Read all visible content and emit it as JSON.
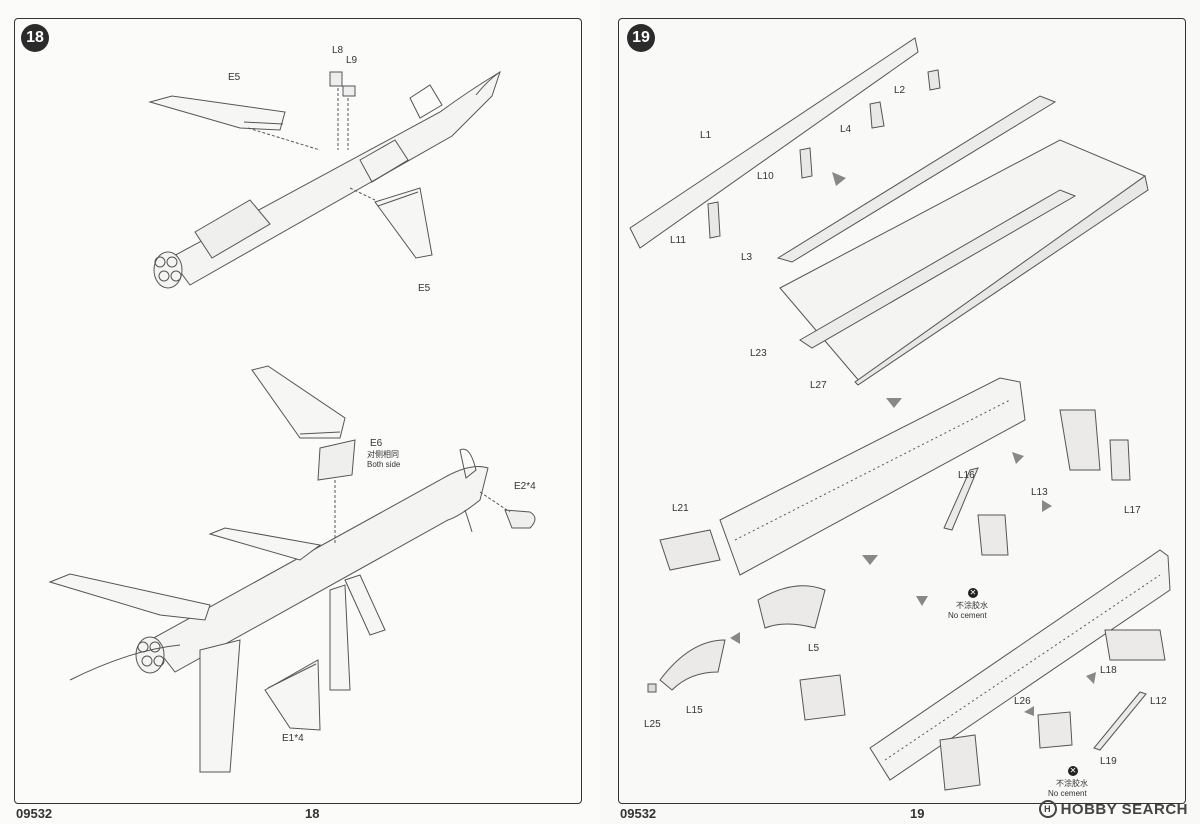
{
  "left_page": {
    "step_number": "18",
    "footer_code": "09532",
    "page_number": "18",
    "labels": {
      "l8": "L8",
      "l9": "L9",
      "e5_top": "E5",
      "e5_bottom": "E5",
      "e6": "E6",
      "e6_cn": "对侧相同",
      "e6_en": "Both side",
      "e2": "E2*4",
      "e1": "E1*4"
    }
  },
  "right_page": {
    "step_number": "19",
    "footer_code": "09532",
    "page_number": "19",
    "labels": {
      "l1": "L1",
      "l2": "L2",
      "l4": "L4",
      "l10": "L10",
      "l11": "L11",
      "l3": "L3",
      "l23": "L23",
      "l27": "L27",
      "l16": "L16",
      "l13": "L13",
      "l17": "L17",
      "l21": "L21",
      "l5": "L5",
      "l25": "L25",
      "l15": "L15",
      "l18": "L18",
      "l12": "L12",
      "l26": "L26",
      "l19": "L19",
      "nocement_cn_1": "不涂胶水",
      "nocement_en_1": "No cement",
      "nocement_cn_2": "不涂胶水",
      "nocement_en_2": "No cement"
    }
  },
  "watermark": {
    "brand": "HOBBY SEARCH",
    "logo": "H"
  },
  "icons": {
    "step_badge": "black-circle",
    "arrow": "gray-direction-arrow",
    "no_cement": "no-glue-icon"
  }
}
